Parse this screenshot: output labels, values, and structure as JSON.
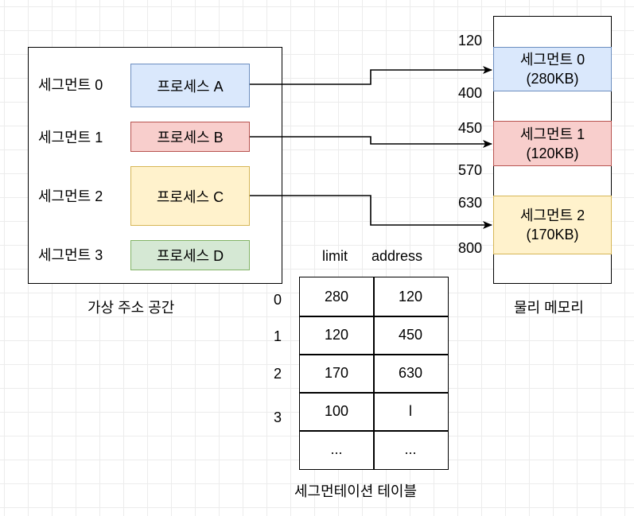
{
  "virtual_space": {
    "caption": "가상 주소 공간",
    "rows": [
      {
        "segment_label": "세그먼트 0",
        "process_label": "프로세스 A",
        "color": "#dae8fc",
        "border": "#6c8ebf"
      },
      {
        "segment_label": "세그먼트 1",
        "process_label": "프로세스 B",
        "color": "#f8cecc",
        "border": "#b85450"
      },
      {
        "segment_label": "세그먼트 2",
        "process_label": "프로세스 C",
        "color": "#fff2cc",
        "border": "#d6b656"
      },
      {
        "segment_label": "세그먼트 3",
        "process_label": "프로세스 D",
        "color": "#d5e8d4",
        "border": "#82b366"
      }
    ]
  },
  "physical_memory": {
    "caption": "물리 메모리",
    "segments": [
      {
        "name": "세그먼트 0",
        "size": "(280KB)",
        "start": "120",
        "end": "400",
        "color": "#dae8fc",
        "border": "#6c8ebf"
      },
      {
        "name": "세그먼트 1",
        "size": "(120KB)",
        "start": "450",
        "end": "570",
        "color": "#f8cecc",
        "border": "#b85450"
      },
      {
        "name": "세그먼트 2",
        "size": "(170KB)",
        "start": "630",
        "end": "800",
        "color": "#fff2cc",
        "border": "#d6b656"
      }
    ]
  },
  "segment_table": {
    "caption": "세그먼테이션 테이블",
    "headers": {
      "limit": "limit",
      "address": "address"
    },
    "row_indices": [
      "0",
      "1",
      "2",
      "3"
    ],
    "rows": [
      {
        "limit": "280",
        "address": "120"
      },
      {
        "limit": "120",
        "address": "450"
      },
      {
        "limit": "170",
        "address": "630"
      },
      {
        "limit": "100",
        "address": "l"
      },
      {
        "limit": "...",
        "address": "..."
      }
    ]
  }
}
